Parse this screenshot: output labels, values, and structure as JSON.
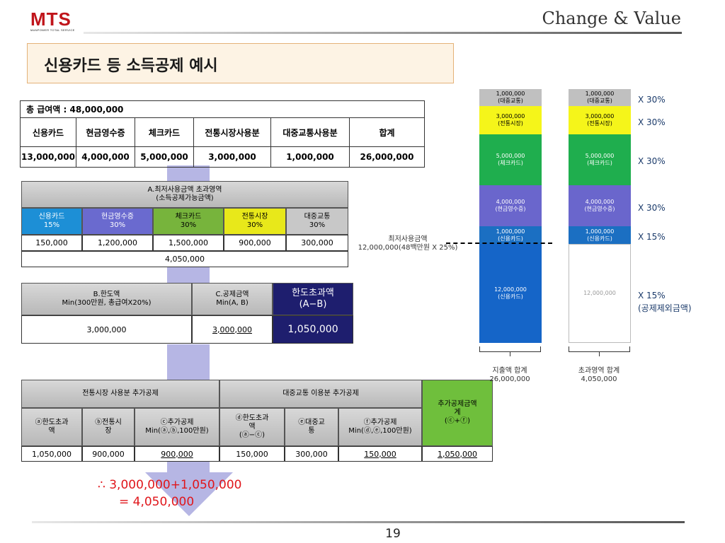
{
  "header": {
    "logo": "MTS",
    "logo_sub": "MANPOWER TOTAL SERVICE",
    "tagline": "Change & Value",
    "title": "신용카드 등 소득공제 예시"
  },
  "table1": {
    "total_label": "총 급여액 : 48,000,000",
    "headers": [
      "신용카드",
      "현금영수증",
      "체크카드",
      "전통시장사용분",
      "대중교통사용분",
      "합계"
    ],
    "values": [
      "13,000,000",
      "4,000,000",
      "5,000,000",
      "3,000,000",
      "1,000,000",
      "26,000,000"
    ]
  },
  "section_a": {
    "title_line1": "A.최저사용금액 초과영역",
    "title_line2": "(소득공제가능금액)",
    "categories": [
      {
        "name": "신용카드",
        "rate": "15%",
        "color": "#1d8fd6"
      },
      {
        "name": "현금영수증",
        "rate": "30%",
        "color": "#6a6acf"
      },
      {
        "name": "체크카드",
        "rate": "30%",
        "color": "#77b43c"
      },
      {
        "name": "전통시장",
        "rate": "30%",
        "color": "#e8e81a"
      },
      {
        "name": "대중교통",
        "rate": "30%",
        "color": "#c8c8c8"
      }
    ],
    "amounts": [
      "150,000",
      "1,200,000",
      "1,500,000",
      "900,000",
      "300,000"
    ],
    "total": "4,050,000"
  },
  "section_b": {
    "b_line1": "B.한도액",
    "b_line2": "Min(300만원, 총급여X20%)",
    "c_line1": "C.공제금액",
    "c_line2": "Min(A, B)",
    "excess_line1": "한도초과액",
    "excess_line2": "(A−B)",
    "b_value": "3,000,000",
    "c_value": "3,000,000",
    "excess_value": "1,050,000"
  },
  "section_c": {
    "market_header": "전통시장 사용분 추가공제",
    "transit_header": "대중교통 이용분 추가공제",
    "total_header_line1": "추가공제금액",
    "total_header_line2": "계",
    "total_header_line3": "(ⓒ+ⓕ)",
    "subheaders": [
      [
        "ⓐ한도초과",
        "액"
      ],
      [
        "ⓑ전통시",
        "장"
      ],
      [
        "ⓒ추가공제",
        "Min(ⓐ,ⓑ,100만원)"
      ],
      [
        "ⓓ한도초과",
        "액",
        "(ⓐ−ⓒ)"
      ],
      [
        "ⓔ대중교",
        "통"
      ],
      [
        "ⓕ추가공제",
        "Min(ⓓ,ⓔ,100만원)"
      ]
    ],
    "values": [
      "1,050,000",
      "900,000",
      "900,000",
      "150,000",
      "300,000",
      "150,000",
      "1,050,000"
    ]
  },
  "result": {
    "line1": "∴ 3,000,000+1,050,000",
    "line2": "= 4,050,000"
  },
  "chart": {
    "min_label_line1": "최저사용금액",
    "min_label_line2": "12,000,000(48백만원 X 25%)",
    "bar1": [
      {
        "amount": "1,000,000",
        "cat": "(대중교통)",
        "color": "#c0c0c0"
      },
      {
        "amount": "3,000,000",
        "cat": "(전통시장)",
        "color": "#f5f51a"
      },
      {
        "amount": "5,000,000",
        "cat": "(체크카드)",
        "color": "#1fae4e"
      },
      {
        "amount": "4,000,000",
        "cat": "(현금영수증)",
        "color": "#6a66cc"
      },
      {
        "amount": "1,000,000",
        "cat": "(신용카드)",
        "color": "#1b6fc2"
      },
      {
        "amount": "12,000,000",
        "cat": "(신용카드)",
        "color": "#1565c8"
      }
    ],
    "bar2": [
      {
        "amount": "1,000,000",
        "cat": "(대중교통)",
        "color": "#c0c0c0"
      },
      {
        "amount": "3,000,000",
        "cat": "(전통시장)",
        "color": "#f5f51a"
      },
      {
        "amount": "5,000,000",
        "cat": "(체크카드)",
        "color": "#1fae4e"
      },
      {
        "amount": "4,000,000",
        "cat": "(현금영수증)",
        "color": "#6a66cc"
      },
      {
        "amount": "1,000,000",
        "cat": "(신용카드)",
        "color": "#1b6fc2"
      },
      {
        "amount": "12,000,000",
        "cat": "",
        "color": "#ffffff"
      }
    ],
    "rates": [
      "X 30%",
      "X 30%",
      "X 30%",
      "X 30%",
      "X 15%",
      "X 15%"
    ],
    "excluded_label": "(공제제외금액)",
    "sum1_label": "지출액 합계",
    "sum1_value": "26,000,000",
    "sum2_label": "초과영역 합계",
    "sum2_value": "4,050,000"
  },
  "page_number": "19"
}
